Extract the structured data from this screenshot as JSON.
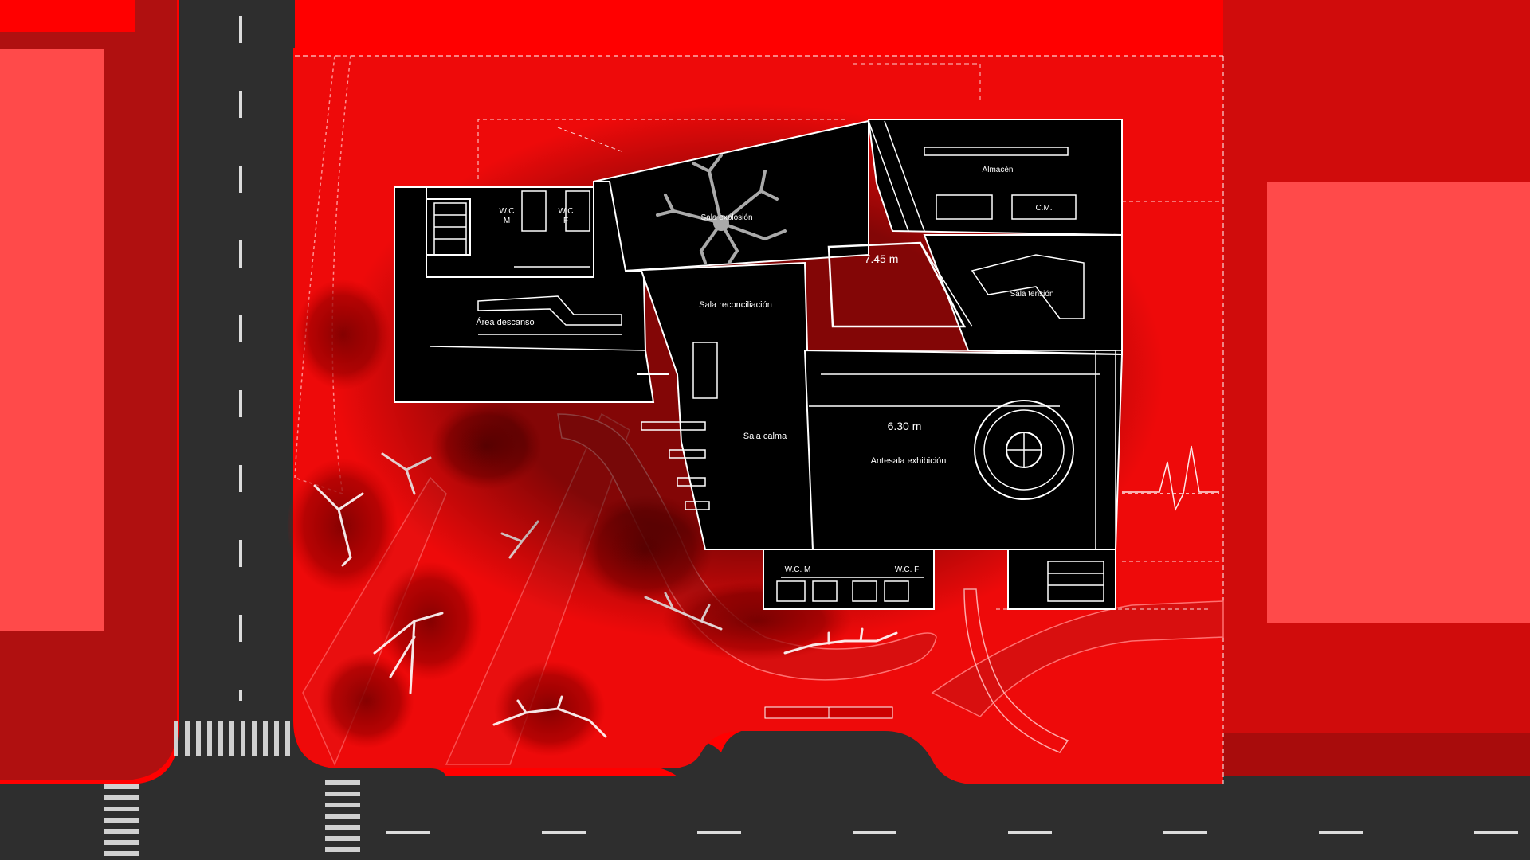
{
  "colors": {
    "background_red": "#ff0000",
    "block_light_red": "#ff4a4a",
    "block_dark_red": "#b01010",
    "road": "#2e2e2e",
    "building": "#000000",
    "line_white": "#ffffff",
    "tree_dark": "#8a0000"
  },
  "rooms": {
    "wc_m_upper": "W.C\nM",
    "wc_f_upper": "W.C\nF",
    "sala_explosion": "Sala explosión",
    "almacen": "Almacén",
    "cm": "C.M.",
    "area_descanso": "Área descanso",
    "sala_reconciliacion": "Sala reconciliación",
    "sala_tension": "Sala tensión",
    "sala_calma": "Sala calma",
    "antesala_exhibicion": "Antesala exhibición",
    "wc_m_lower": "W.C. M",
    "wc_f_lower": "W.C. F"
  },
  "dimensions": {
    "upper_height": "7.45 m",
    "lower_height": "6.30 m"
  }
}
